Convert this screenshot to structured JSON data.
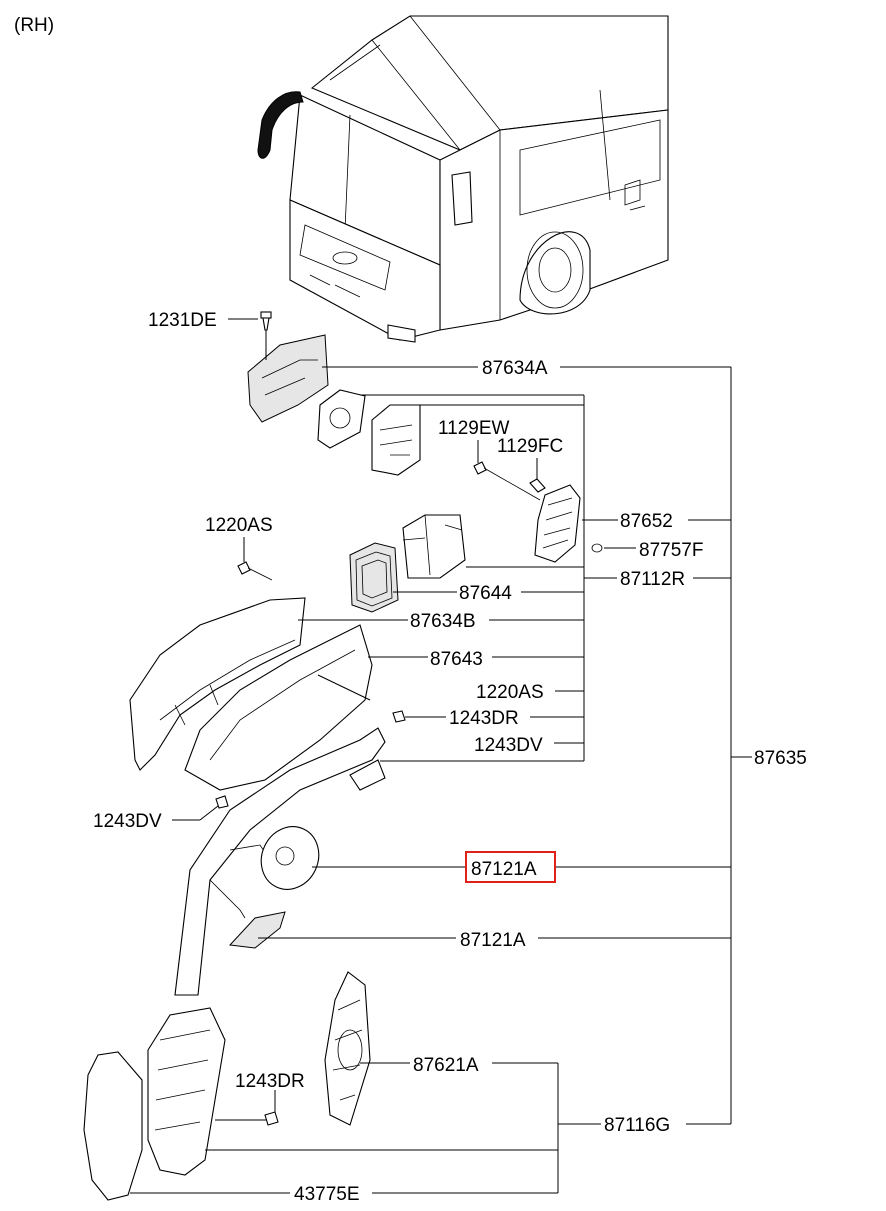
{
  "side_label": "(RH)",
  "labels": {
    "p1231DE": "1231DE",
    "p87634A": "87634A",
    "p1129EW": "1129EW",
    "p1129FC": "1129FC",
    "p87652": "87652",
    "p87757F": "87757F",
    "p1220AS_top": "1220AS",
    "p87112R": "87112R",
    "p87644": "87644",
    "p87634B": "87634B",
    "p87643": "87643",
    "p1220AS_mid": "1220AS",
    "p1243DR_mid": "1243DR",
    "p1243DV_mid": "1243DV",
    "p87635": "87635",
    "p1243DV_left": "1243DV",
    "p87121A_hl": "87121A",
    "p87121A": "87121A",
    "p87621A": "87621A",
    "p1243DR_low": "1243DR",
    "p87116G": "87116G",
    "p43775E": "43775E"
  },
  "highlight_color": "#e0201b"
}
